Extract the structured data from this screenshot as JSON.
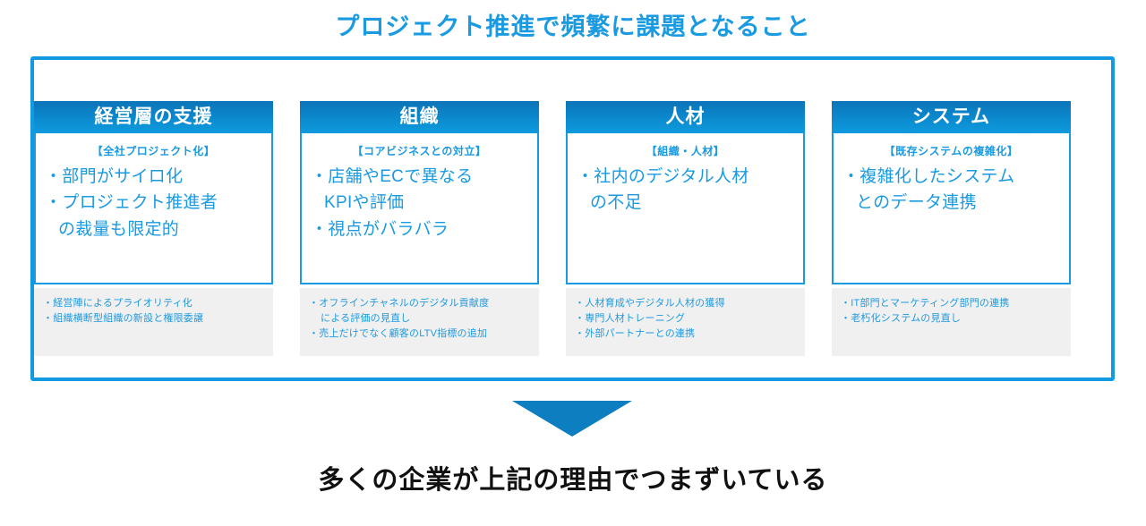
{
  "title": "プロジェクト推進で頻繁に課題となること",
  "bottom_caption": "多くの企業が上記の理由でつまずいている",
  "colors": {
    "accent_blue": "#1a9ae1",
    "header_gradient_top": "#0c74b8",
    "header_gradient_bottom": "#0e9bdd",
    "arrow_blue": "#0d7ec0",
    "footer_panel": "#f0f0f0",
    "caption_black": "#111111"
  },
  "arrow": {
    "direction": "down",
    "name": "down-arrow"
  },
  "cards": [
    {
      "header": "経営層の支援",
      "subtitle": "【全社プロジェクト化】",
      "points": [
        "・部門がサイロ化",
        "・プロジェクト推進者\n  の裁量も限定的"
      ],
      "notes": [
        "経営陣によるプライオリティ化",
        "組織横断型組織の新設と権限委譲"
      ]
    },
    {
      "header": "組織",
      "subtitle": "【コアビジネスとの対立】",
      "points": [
        "・店舗やECで異なる\n  KPIや評価",
        "・視点がバラバラ"
      ],
      "notes": [
        "オフラインチャネルのデジタル貢献度\n  による評価の見直し",
        "売上だけでなく顧客のLTV指標の追加"
      ]
    },
    {
      "header": "人材",
      "subtitle": "【組織・人材】",
      "points": [
        "・社内のデジタル人材\n  の不足"
      ],
      "notes": [
        "人材育成やデジタル人材の獲得",
        "専門人材トレーニング",
        "外部パートナーとの連携"
      ]
    },
    {
      "header": "システム",
      "subtitle": "【既存システムの複雑化】",
      "points": [
        "・複雑化したシステム\n  とのデータ連携"
      ],
      "notes": [
        "IT部門とマーケティング部門の連携",
        "老朽化システムの見直し"
      ]
    }
  ]
}
